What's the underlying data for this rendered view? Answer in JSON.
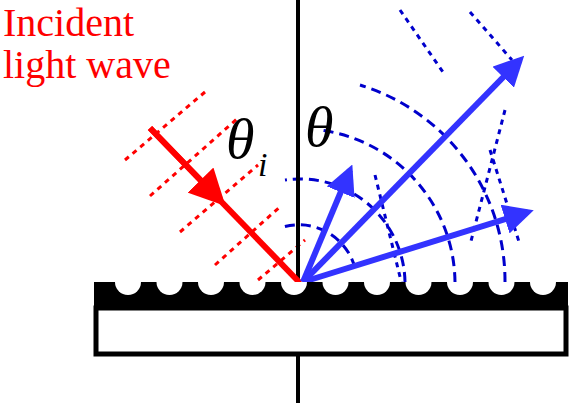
{
  "diagram": {
    "labels": [
      "Incident light wave",
      "θ",
      "i",
      "θ"
    ]
  }
}
